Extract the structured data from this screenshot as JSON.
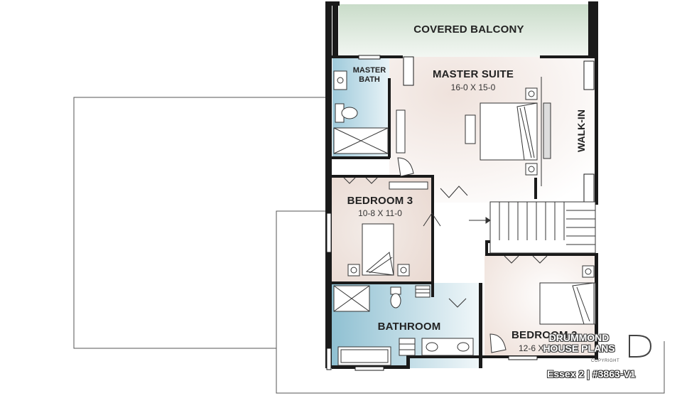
{
  "rooms": {
    "covered_balcony": {
      "title": "COVERED BALCONY"
    },
    "master_bath": {
      "title_line1": "MASTER",
      "title_line2": "BATH"
    },
    "master_suite": {
      "title": "MASTER SUITE",
      "dims": "16-0 X 15-0"
    },
    "walk_in": {
      "title": "WALK-IN"
    },
    "bedroom_3_left": {
      "title": "BEDROOM 3",
      "dims": "10-8 X 11-0"
    },
    "bathroom": {
      "title": "BATHROOM"
    },
    "bedroom_right": {
      "title": "BEDROOM 3",
      "dims": "12-6 X"
    }
  },
  "branding": {
    "line1": "DRUMMOND",
    "line2": "HOUSE PLANS",
    "copyright": "COPYRIGHT",
    "plan_ref": "Essex 2 | #3863-V1"
  },
  "colors": {
    "wall": "#1a1a1a",
    "balcony_fill": "#dfe9df",
    "bath_fill": "#a9cfdc",
    "bedroom_fill": "#efe4de"
  }
}
